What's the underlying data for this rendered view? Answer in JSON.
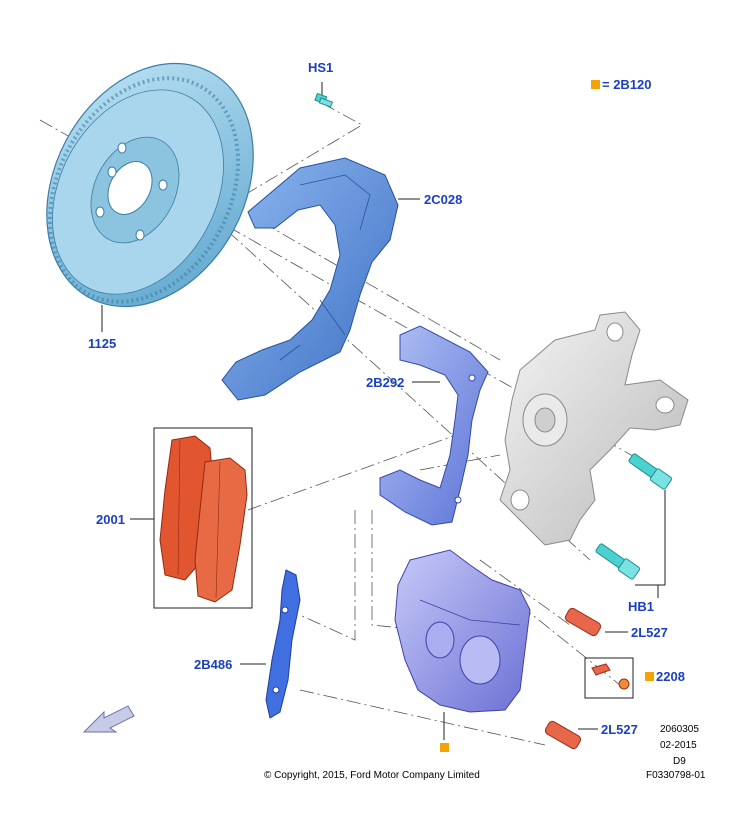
{
  "colors": {
    "label": "#1a3fc4",
    "marker": "#f5a300",
    "rotor": "#8ec5e0",
    "shield": "#5b8fd8",
    "bracket": "#7b95e6",
    "pads": "#e2562f",
    "knuckle": "#dcdcdc",
    "caliper": "#9a9fe8",
    "bolt": "#4cd1d1",
    "pin": "#e8664a"
  },
  "legend": {
    "marker_equals": "= 2B120"
  },
  "labels": {
    "rotor": "1125",
    "hs1": "HS1",
    "shield": "2C028",
    "bracket": "2B292",
    "pads": "2001",
    "clip": "2B486",
    "pin_top": "2L527",
    "pin_bottom": "2L527",
    "kit": "2208",
    "hb1": "HB1"
  },
  "meta": {
    "code1": "2060305",
    "code2": "02-2015",
    "code3": "D9",
    "figure_id": "F0330798-01",
    "copyright": "© Copyright, 2015, Ford Motor Company Limited"
  },
  "icons": {
    "direction_arrow": "arrow-icon"
  }
}
